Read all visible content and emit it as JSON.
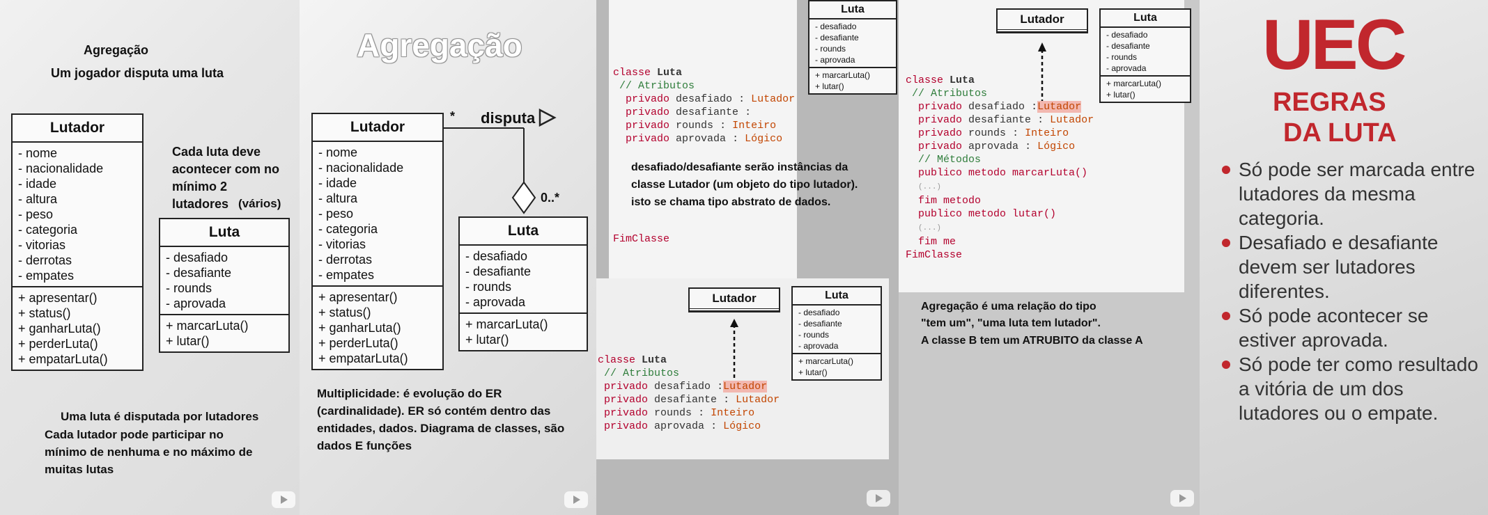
{
  "p1": {
    "title": "Agregação",
    "subtitle": "Um jogador disputa uma luta",
    "note_min": "Cada luta deve acontecer com no mínimo 2 lutadores",
    "note_varios": "(vários)",
    "lutador": {
      "name": "Lutador",
      "attrs": [
        "- nome",
        "- nacionalidade",
        "- idade",
        "- altura",
        "- peso",
        "- categoria",
        "- vitorias",
        "- derrotas",
        "- empates"
      ],
      "methods": [
        "+ apresentar()",
        "+ status()",
        "+ ganharLuta()",
        "+ perderLuta()",
        "+ empatarLuta()"
      ]
    },
    "luta": {
      "name": "Luta",
      "attrs": [
        "- desafiado",
        "- desafiante",
        "- rounds",
        "- aprovada"
      ],
      "methods": [
        "+ marcarLuta()",
        "+ lutar()"
      ]
    },
    "bottom_note_1": "Uma luta é disputada por lutadores",
    "bottom_note_2": "Cada lutador pode participar no mínimo de nenhuma e no máximo de muitas lutas"
  },
  "p2": {
    "title": "Agregação",
    "mult_left": "*",
    "assoc_label": "disputa",
    "mult_right": "0..*",
    "lutador": {
      "name": "Lutador",
      "attrs": [
        "- nome",
        "- nacionalidade",
        "- idade",
        "- altura",
        "- peso",
        "- categoria",
        "- vitorias",
        "- derrotas",
        "- empates"
      ],
      "methods": [
        "+ apresentar()",
        "+ status()",
        "+ ganharLuta()",
        "+ perderLuta()",
        "+ empatarLuta()"
      ]
    },
    "luta": {
      "name": "Luta",
      "attrs": [
        "- desafiado",
        "- desafiante",
        "- rounds",
        "- aprovada"
      ],
      "methods": [
        "+ marcarLuta()",
        "+ lutar()"
      ]
    },
    "note": "Multiplicidade: é evolução do ER (cardinalidade). ER só contém dentro das entidades, dados. Diagrama de classes, são dados E funções"
  },
  "p3": {
    "luta_box": {
      "name": "Luta",
      "attrs": [
        "- desafiado",
        "- desafiante",
        "- rounds",
        "- aprovada"
      ],
      "methods": [
        "+ marcarLuta()",
        "+ lutar()"
      ]
    },
    "code_top": {
      "kw_classe": "classe",
      "class_name": "Luta",
      "comment": "// Atributos",
      "priv": "privado",
      "f1": "desafiado",
      "t1": "Lutador",
      "f2": "desafiante",
      "f3": "rounds",
      "t3": "Inteiro",
      "f4": "aprovada",
      "t4": "Lógico",
      "end": "FimClasse"
    },
    "note": "desafiado/desafiante serão instâncias da classe Lutador (um objeto do tipo lutador). isto se chama tipo abstrato de dados.",
    "lutador_box": {
      "name": "Lutador"
    },
    "luta_box2": {
      "name": "Luta",
      "attrs": [
        "- desafiado",
        "- desafiante",
        "- rounds",
        "- aprovada"
      ],
      "methods": [
        "+ marcarLuta()",
        "+ lutar()"
      ]
    },
    "code_bottom": {
      "kw_classe": "classe",
      "class_name": "Luta",
      "comment": "// Atributos",
      "priv": "privado",
      "f1": "desafiado",
      "t1": "Lutador",
      "f2": "desafiante",
      "t2": "Lutador",
      "f3": "rounds",
      "t3": "Inteiro",
      "f4": "aprovada",
      "t4": "Lógico"
    }
  },
  "p4": {
    "lutador_box": {
      "name": "Lutador"
    },
    "luta_box": {
      "name": "Luta",
      "attrs": [
        "- desafiado",
        "- desafiante",
        "- rounds",
        "- aprovada"
      ],
      "methods": [
        "+ marcarLuta()",
        "+ lutar()"
      ]
    },
    "code": {
      "kw_classe": "classe",
      "class_name": "Luta",
      "comment_attr": "// Atributos",
      "priv": "privado",
      "f1": "desafiado",
      "t1": "Lutador",
      "f2": "desafiante",
      "t2": "Lutador",
      "f3": "rounds",
      "t3": "Inteiro",
      "f4": "aprovada",
      "t4": "Lógico",
      "comment_met": "// Métodos",
      "m1": "publico metodo marcarLuta()",
      "dots": "(...)",
      "fim_metodo": "fim metodo",
      "m2": "publico metodo lutar()",
      "fim_me": "fim me",
      "end": "FimClasse"
    },
    "note_1": "Agregação é uma relação do tipo",
    "note_2": "\"tem um\", \"uma luta tem lutador\".",
    "note_3": "A classe B tem um ATRUBITO da classe A"
  },
  "p5": {
    "logo": "UEC",
    "heading_1": "REGRAS",
    "heading_2": "DA LUTA",
    "rules": [
      "Só pode ser marcada entre lutadores da mesma categoria.",
      "Desafiado e desafiante devem ser lutadores diferentes.",
      "Só pode acontecer se estiver aprovada.",
      "Só pode ter como resultado a vitória de um dos lutadores ou o empate."
    ],
    "brand_color": "#c1272d"
  }
}
